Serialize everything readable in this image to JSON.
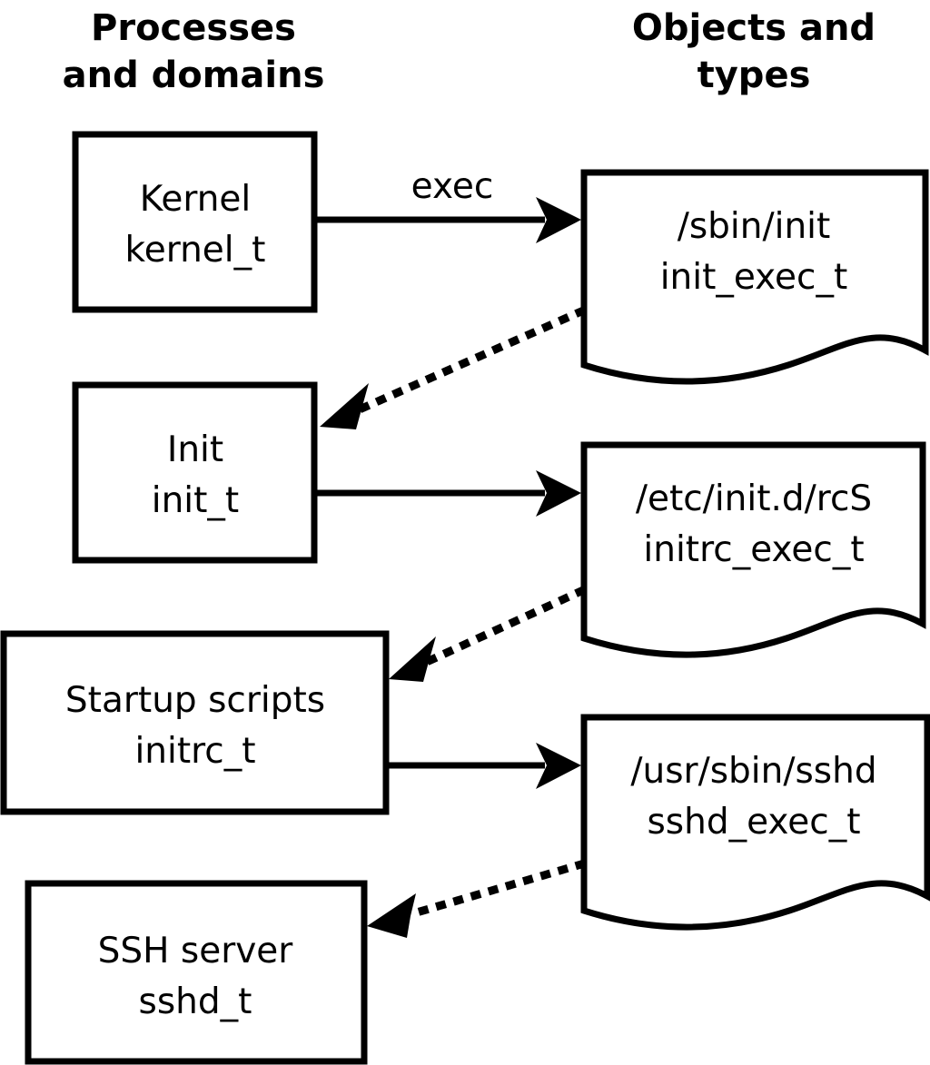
{
  "diagram": {
    "title_left": "Processes\nand domains",
    "headings": {
      "left": {
        "line1": "Processes",
        "line2": "and domains"
      },
      "right": {
        "line1": "Objects and",
        "line2": "types"
      }
    },
    "process_nodes": [
      {
        "id": "kernel",
        "line1": "Kernel",
        "line2": "kernel_t"
      },
      {
        "id": "init",
        "line1": "Init",
        "line2": "init_t"
      },
      {
        "id": "initrc",
        "line1": "Startup scripts",
        "line2": "initrc_t"
      },
      {
        "id": "sshd",
        "line1": "SSH server",
        "line2": "sshd_t"
      }
    ],
    "object_nodes": [
      {
        "id": "init_exec",
        "line1": "/sbin/init",
        "line2": "init_exec_t"
      },
      {
        "id": "initrc_exec",
        "line1": "/etc/init.d/rcS",
        "line2": "initrc_exec_t"
      },
      {
        "id": "sshd_exec",
        "line1": "/usr/sbin/sshd",
        "line2": "sshd_exec_t"
      }
    ],
    "edges": [
      {
        "id": "kernel-to-init-exec",
        "label": "exec",
        "style": "solid",
        "from": "kernel",
        "to": "init_exec"
      },
      {
        "id": "init-exec-to-init",
        "label": "",
        "style": "dotted",
        "from": "init_exec",
        "to": "init"
      },
      {
        "id": "init-to-initrc-exec",
        "label": "",
        "style": "solid",
        "from": "init",
        "to": "initrc_exec"
      },
      {
        "id": "initrc-exec-to-initrc",
        "label": "",
        "style": "dotted",
        "from": "initrc_exec",
        "to": "initrc"
      },
      {
        "id": "initrc-to-sshd-exec",
        "label": "",
        "style": "solid",
        "from": "initrc",
        "to": "sshd_exec"
      },
      {
        "id": "sshd-exec-to-sshd",
        "label": "",
        "style": "dotted",
        "from": "sshd_exec",
        "to": "sshd"
      }
    ],
    "colors": {
      "stroke": "#000000",
      "fill": "#ffffff",
      "text": "#000000"
    }
  }
}
